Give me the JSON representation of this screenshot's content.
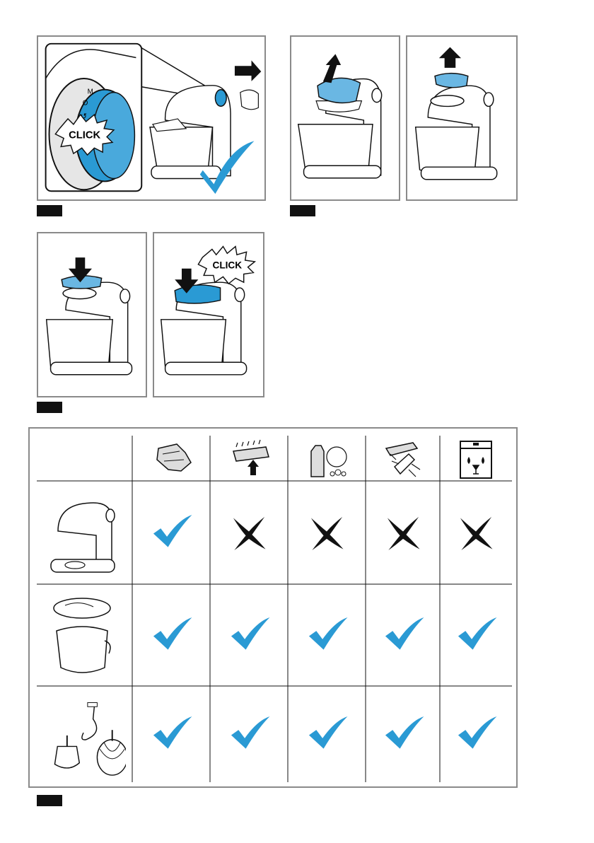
{
  "steps": {
    "panel1_click": "CLICK",
    "panel4_click": "CLICK",
    "dial_marks": [
      "M",
      "O",
      "↺"
    ]
  },
  "cleaning_table": {
    "methods": [
      "damp-cloth-icon",
      "abrasive-sponge-icon",
      "detergent-icon",
      "scouring-brush-icon",
      "dishwasher-icon"
    ],
    "rows": [
      {
        "item": "base-unit",
        "results": [
          "check",
          "cross",
          "cross",
          "cross",
          "cross"
        ]
      },
      {
        "item": "bowl-and-lid",
        "results": [
          "check",
          "check",
          "check",
          "check",
          "check"
        ]
      },
      {
        "item": "tools",
        "results": [
          "check",
          "check",
          "check",
          "check",
          "check"
        ]
      }
    ]
  },
  "colors": {
    "accent": "#2a9ad4",
    "accent_light": "#6ab7e3",
    "border": "#8a8a8a",
    "ink": "#111111"
  }
}
